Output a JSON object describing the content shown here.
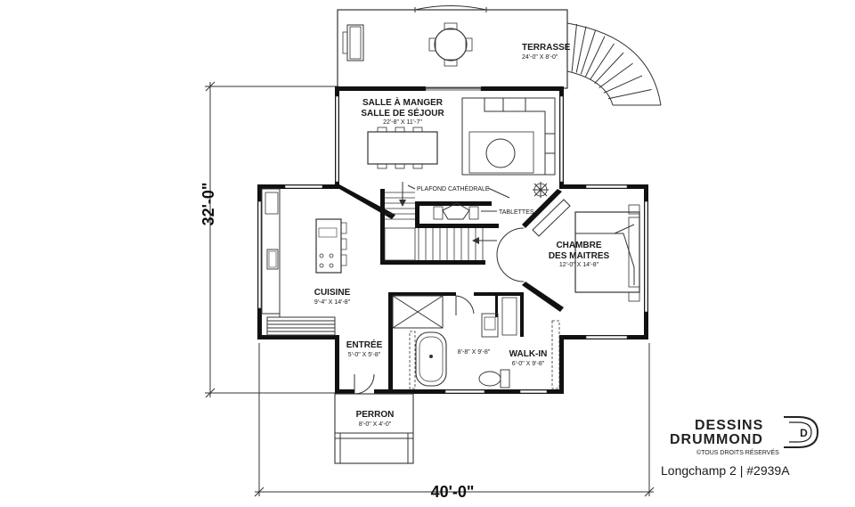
{
  "rooms": {
    "terrasse": {
      "name": "TERRASSE",
      "dims": "24'-0\" X 8'-0\""
    },
    "salle_manger": {
      "name1": "SALLE À MANGER",
      "name2": "SALLE DE SÉJOUR",
      "dims": "22'-8\" X 11'-7\""
    },
    "chambre": {
      "name1": "CHAMBRE",
      "name2": "DES MAITRES",
      "dims": "12'-0\" X 14'-8\""
    },
    "cuisine": {
      "name": "CUISINE",
      "dims": "9'-4\" X 14'-8\""
    },
    "entree": {
      "name": "ENTRÉE",
      "dims": "5'-0\" X 5'-8\""
    },
    "salle_bain": {
      "dims": "8'-8\" X 9'-8\""
    },
    "walkin": {
      "name": "WALK-IN",
      "dims": "6'-0\" X 9'-8\""
    },
    "perron": {
      "name": "PERRON",
      "dims": "8'-0\" X 4'-0\""
    }
  },
  "annotations": {
    "plafond": "PLAFOND CATHÉDRALE",
    "tablettes": "TABLETTES"
  },
  "dimensions": {
    "depth": "32'-0\"",
    "width": "40'-0\""
  },
  "brand": {
    "line1": "DESSINS",
    "line2": "DRUMMOND",
    "rights": "©TOUS DROITS RÉSERVÉS",
    "plan": "Longchamp 2 | #2939A",
    "logo_letter": "D"
  }
}
